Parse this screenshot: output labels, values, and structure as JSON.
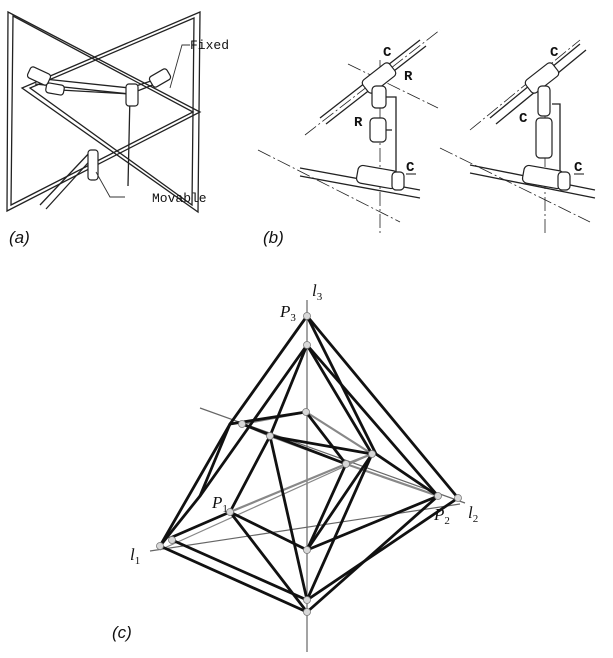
{
  "panel_a": {
    "label": "(a)",
    "fixed_label": "Fixed",
    "movable_label": "Movable"
  },
  "panel_b": {
    "label": "(b)",
    "left_joint_labels": [
      "C",
      "R",
      "R",
      "C"
    ],
    "right_joint_labels": [
      "C",
      "C",
      "C"
    ]
  },
  "panel_c": {
    "label": "(c)",
    "axes": [
      {
        "letter": "l",
        "sub": "1"
      },
      {
        "letter": "l",
        "sub": "2"
      },
      {
        "letter": "l",
        "sub": "3"
      }
    ],
    "points": [
      {
        "letter": "P",
        "sub": "1"
      },
      {
        "letter": "P",
        "sub": "2"
      },
      {
        "letter": "P",
        "sub": "3"
      }
    ]
  }
}
